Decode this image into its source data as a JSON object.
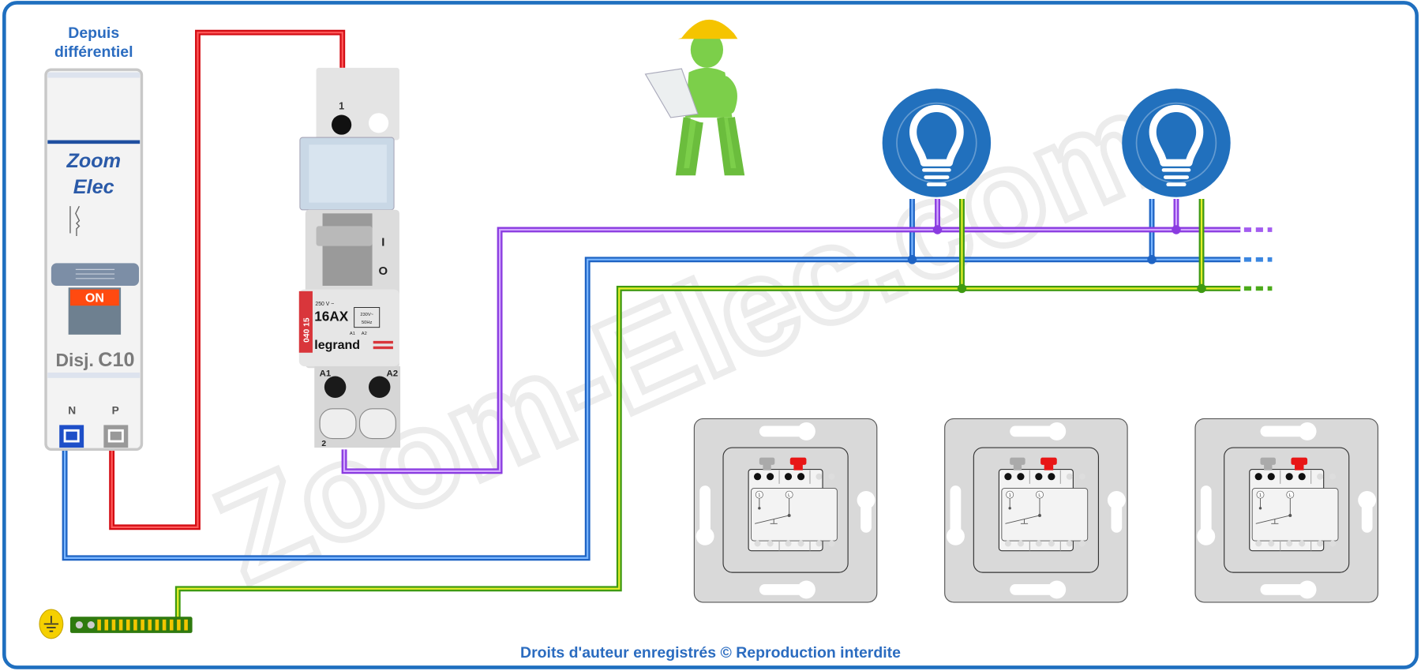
{
  "header": {
    "line1": "Depuis",
    "line2": "différentiel"
  },
  "breaker": {
    "brand_line1": "Zoom",
    "brand_line2": "Elec",
    "state": "ON",
    "model_prefix": "Disj.",
    "model": "C10",
    "terminal_n": "N",
    "terminal_p": "P"
  },
  "relay": {
    "terminal_1": "1",
    "terminal_2": "2",
    "terminal_a1": "A1",
    "terminal_a2": "A2",
    "pos_on": "I",
    "pos_off": "O",
    "ref": "040 15",
    "voltage": "250 V ~",
    "rating": "16AX",
    "coil_v": "230V~",
    "coil_hz": "50Hz",
    "coil_a1": "A1",
    "coil_a2": "A2",
    "brand": "legrand"
  },
  "switches": [
    {
      "t_left": "1",
      "t_right": "L"
    },
    {
      "t_left": "1",
      "t_right": "L"
    },
    {
      "t_left": "1",
      "t_right": "L"
    }
  ],
  "watermark": "Zoom-Elec.com",
  "footer": "Droits d'auteur enregistrés © Reproduction interdite",
  "colors": {
    "frame": "#1f6fbf",
    "phase": "#e8141b",
    "neutral": "#3b86e0",
    "return": "#a35cf0",
    "earth_green": "#4caa1a",
    "earth_yellow": "#e6ef2a",
    "lamp": "#2170bd",
    "title_text": "#2b6cc0"
  }
}
